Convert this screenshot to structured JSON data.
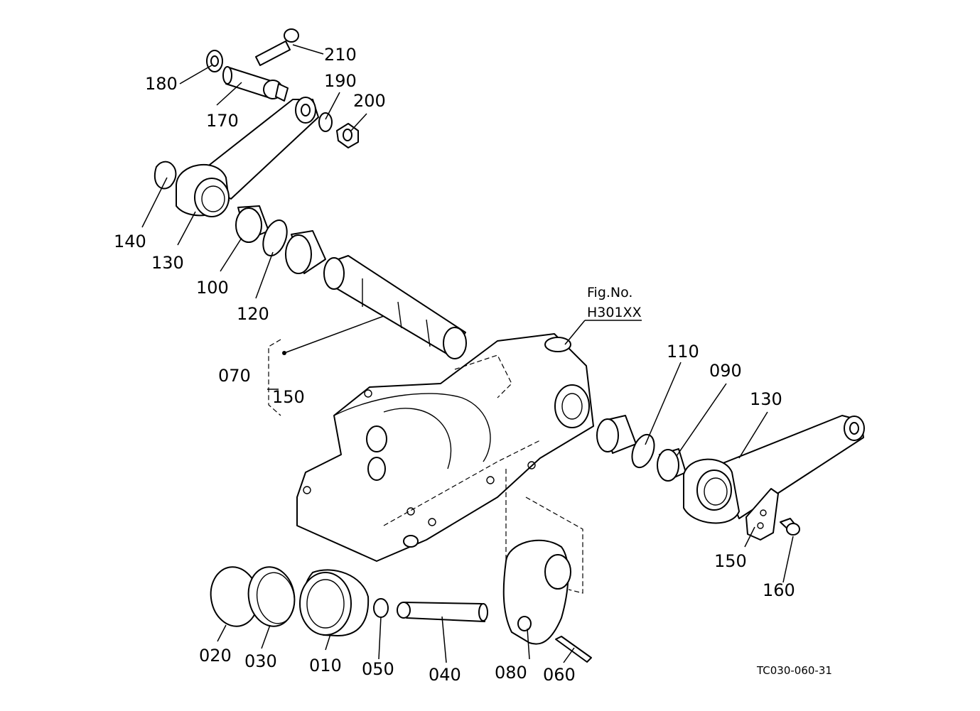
{
  "figure_ref": {
    "line1": "Fig.No.",
    "line2": "H301XX"
  },
  "drawing_code": "TC030-060-31",
  "callouts": {
    "p210": "210",
    "p180": "180",
    "p190": "190",
    "p200": "200",
    "p170": "170",
    "p140": "140",
    "p130_left": "130",
    "p100": "100",
    "p120": "120",
    "p070": "070",
    "p150_group": "150",
    "p110": "110",
    "p090": "090",
    "p130_right": "130",
    "p150_plate": "150",
    "p160": "160",
    "p020": "020",
    "p030": "030",
    "p010": "010",
    "p050": "050",
    "p040": "040",
    "p080": "080",
    "p060": "060"
  }
}
